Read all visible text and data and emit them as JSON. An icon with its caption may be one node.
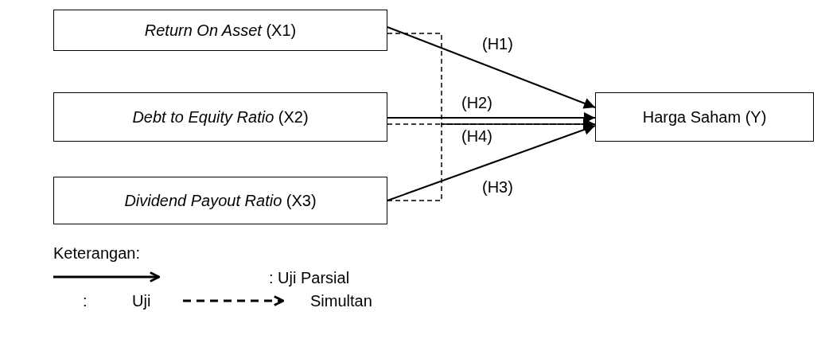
{
  "diagram": {
    "nodes": [
      {
        "text": [
          "*Return On Asset* (X1)"
        ]
      },
      {
        "text": [
          "*Debt to Equity Ratio*  (X2)"
        ]
      },
      {
        "text": [
          "*Dividend Payout Ratio* (X3)"
        ]
      },
      {
        "text": [
          "Harga Saham (Y)"
        ]
      }
    ],
    "edges": [
      {
        "from": 0,
        "to": 3,
        "arrow": "to",
        "label": "(H1)"
      },
      {
        "from": 1,
        "to": 3,
        "arrow": "to",
        "label": "(H2)"
      },
      {
        "from": 2,
        "to": 3,
        "arrow": "to",
        "label": "(H3)"
      },
      {
        "from": 0,
        "to": 3,
        "arrow": "to",
        "style": "dashed"
      },
      {
        "from": 1,
        "to": 3,
        "arrow": "to",
        "style": "dashed",
        "label": "(H4)"
      },
      {
        "from": 2,
        "to": 3,
        "arrow": "to",
        "style": "dashed"
      }
    ],
    "labels": [
      "Keterangan:",
      ":",
      "Uji"
    ],
    "legend": [
      {
        "text": ": Uji Parsial"
      },
      {
        "text": "Simultan"
      }
    ]
  }
}
